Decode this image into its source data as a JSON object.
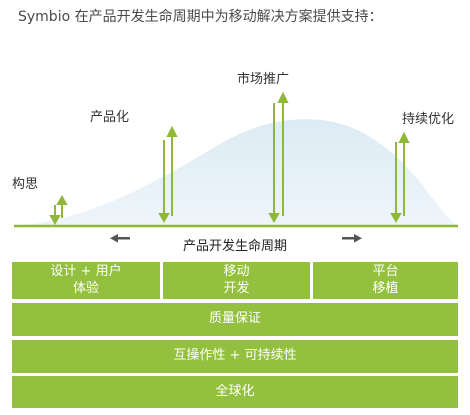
{
  "title": "Symbio 在产品开发生命周期中为移动解决方案提供支持：",
  "stages": [
    "构思",
    "产品化",
    "市场推广",
    "持续优化"
  ],
  "axis_label": "产品开发生命周期",
  "phase_blocks": [
    "设计 + 用户\n体验",
    "移动\n开发",
    "平台\n移植"
  ],
  "layers": [
    "质量保证",
    "互操作性 + 可持续性",
    "全球化"
  ],
  "colors": {
    "green": "#93c03e",
    "curve": "#dbeaf3",
    "baseline": "#8fb83a",
    "arrow_dark": "#555555"
  }
}
